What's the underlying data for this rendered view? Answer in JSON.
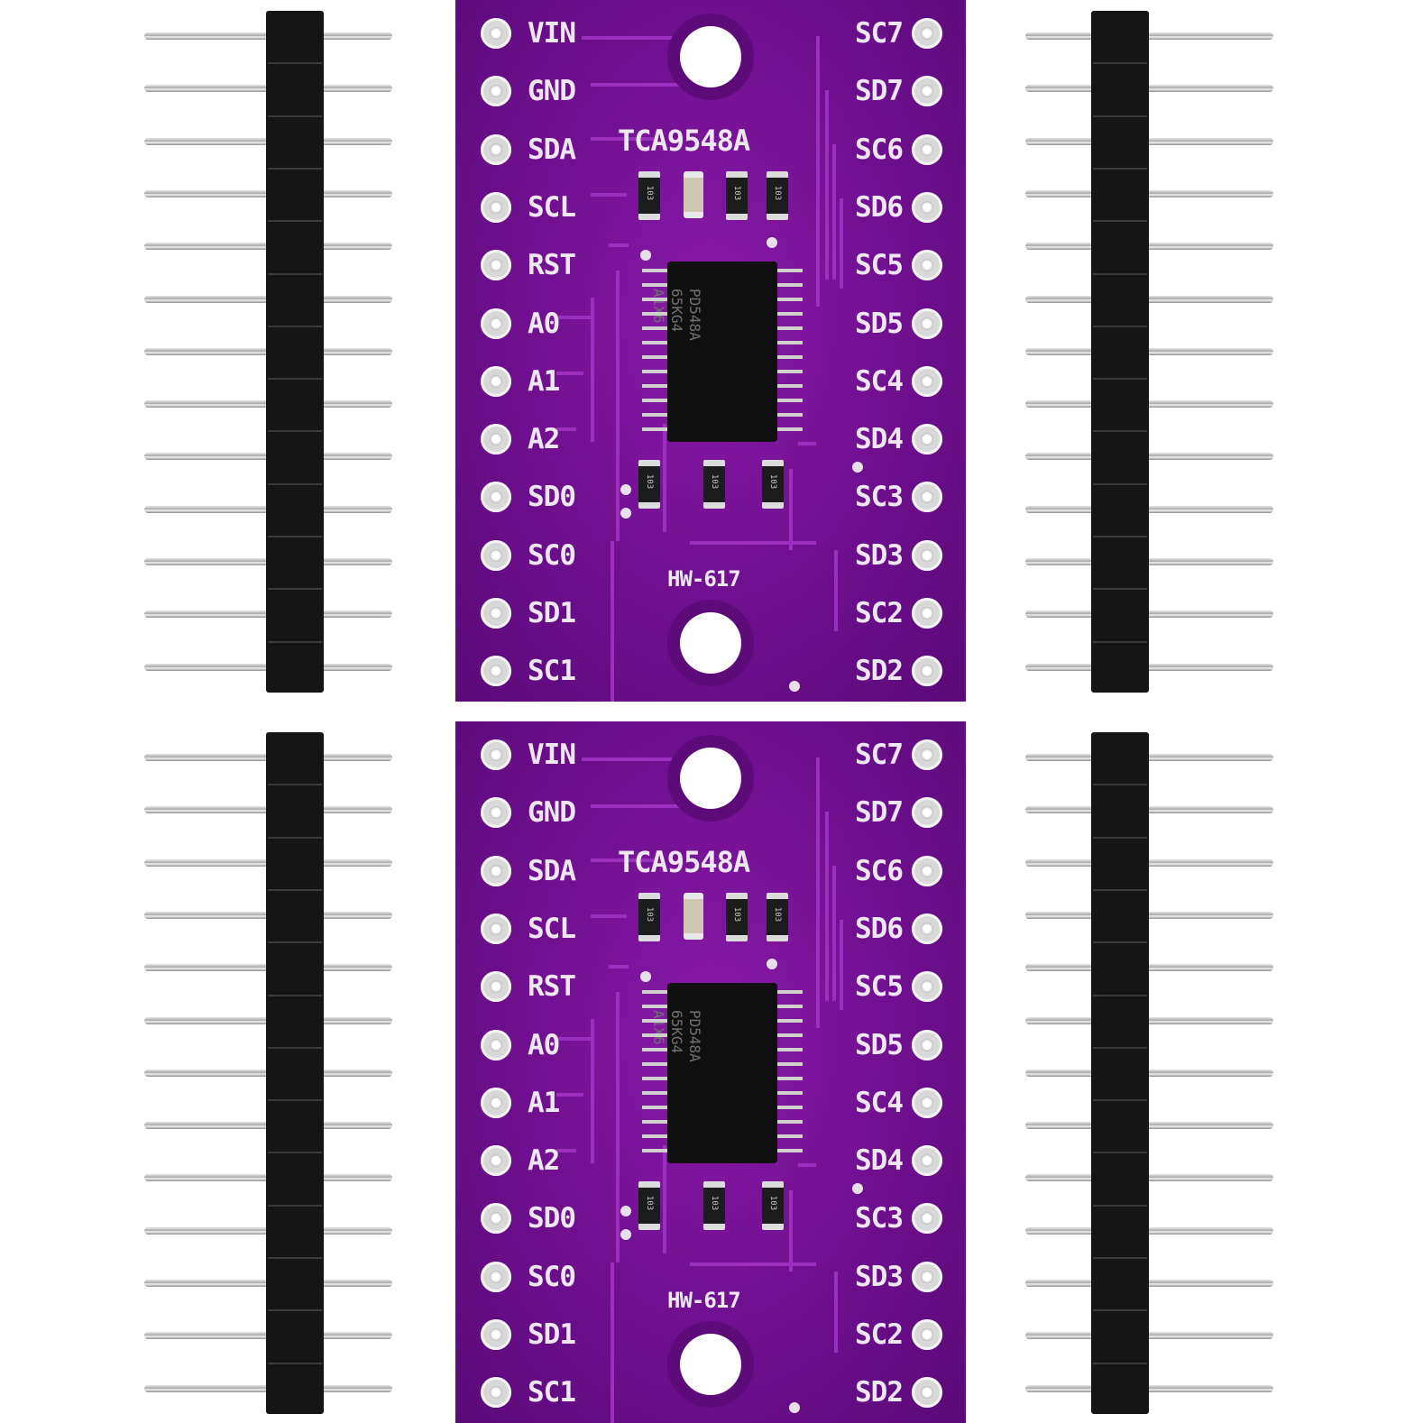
{
  "boards": [
    {
      "chip_name": "TCA9548A",
      "model": "HW-617",
      "ic_marking": [
        "PD548A",
        "65KG4",
        "A1X6"
      ],
      "left_pins": [
        "VIN",
        "GND",
        "SDA",
        "SCL",
        "RST",
        "A0",
        "A1",
        "A2",
        "SD0",
        "SC0",
        "SD1",
        "SC1"
      ],
      "right_pins": [
        "SC7",
        "SD7",
        "SC6",
        "SD6",
        "SC5",
        "SD5",
        "SC4",
        "SD4",
        "SC3",
        "SD3",
        "SC2",
        "SD2"
      ],
      "resistor_code": "103"
    },
    {
      "chip_name": "TCA9548A",
      "model": "HW-617",
      "ic_marking": [
        "PD548A",
        "65KG4",
        "A1X6"
      ],
      "left_pins": [
        "VIN",
        "GND",
        "SDA",
        "SCL",
        "RST",
        "A0",
        "A1",
        "A2",
        "SD0",
        "SC0",
        "SD1",
        "SC1"
      ],
      "right_pins": [
        "SC7",
        "SD7",
        "SC6",
        "SD6",
        "SC5",
        "SD5",
        "SC4",
        "SD4",
        "SC3",
        "SD3",
        "SC2",
        "SD2"
      ],
      "resistor_code": "103"
    }
  ],
  "header_pin_count": 13,
  "colors": {
    "pcb": "#6e0f8e",
    "silkscreen": "#efe6f3",
    "header": "#151515",
    "pin": "#c0c0c0"
  }
}
